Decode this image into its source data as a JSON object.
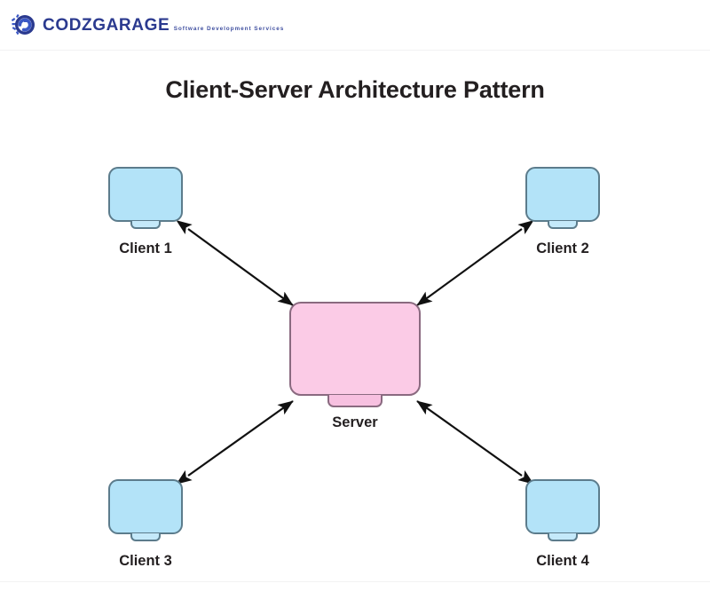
{
  "header": {
    "logo_icon": "codzgarage-circle-logo-icon",
    "brand_name": "CODZGARAGE",
    "tagline": "Software Development Services"
  },
  "title": "Client-Server Architecture Pattern",
  "diagram": {
    "type": "star-topology",
    "server": {
      "id": "server",
      "label": "Server",
      "fill": "#fbcbe6",
      "stroke": "#8a6a80"
    },
    "clients": [
      {
        "id": "client-1",
        "label": "Client 1",
        "fill": "#b3e3f8",
        "stroke": "#5c7c8c"
      },
      {
        "id": "client-2",
        "label": "Client 2",
        "fill": "#b3e3f8",
        "stroke": "#5c7c8c"
      },
      {
        "id": "client-3",
        "label": "Client 3",
        "fill": "#b3e3f8",
        "stroke": "#5c7c8c"
      },
      {
        "id": "client-4",
        "label": "Client 4",
        "fill": "#b3e3f8",
        "stroke": "#5c7c8c"
      }
    ],
    "connections": [
      {
        "from": "client-1",
        "to": "server",
        "style": "double-headed-arrow",
        "color": "#111111"
      },
      {
        "from": "client-2",
        "to": "server",
        "style": "double-headed-arrow",
        "color": "#111111"
      },
      {
        "from": "client-3",
        "to": "server",
        "style": "double-headed-arrow",
        "color": "#111111"
      },
      {
        "from": "client-4",
        "to": "server",
        "style": "double-headed-arrow",
        "color": "#111111"
      }
    ]
  },
  "colors": {
    "background": "#ffffff",
    "text": "#231f20",
    "brand_blue": "#2b3a8f",
    "client_fill": "#b3e3f8",
    "server_fill": "#fbcbe6",
    "arrow": "#111111"
  }
}
